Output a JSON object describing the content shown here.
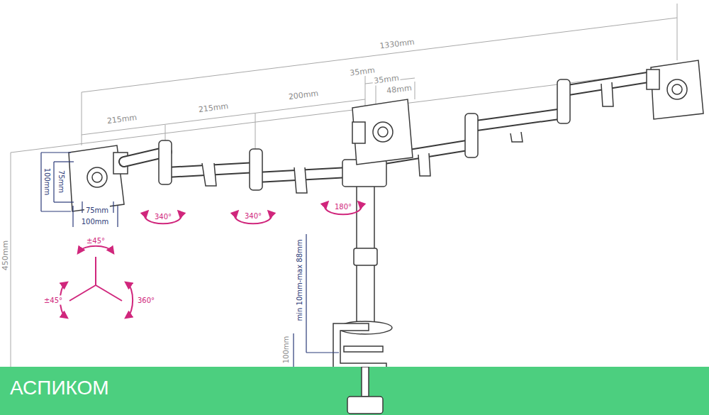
{
  "diagram": {
    "nodes": [
      {
        "text": [
          "АСПИКОМ"
        ]
      }
    ],
    "labels": [
      "1330mm",
      "35mm",
      "35mm",
      "48mm",
      "215mm",
      "215mm",
      "200mm",
      "75mm",
      "100mm",
      "75mm",
      "100mm",
      "340°",
      "340°",
      "180°",
      "±45°",
      "±45°",
      "360°",
      "450mm",
      "min 10mm-max 88mm",
      "100mm"
    ]
  }
}
